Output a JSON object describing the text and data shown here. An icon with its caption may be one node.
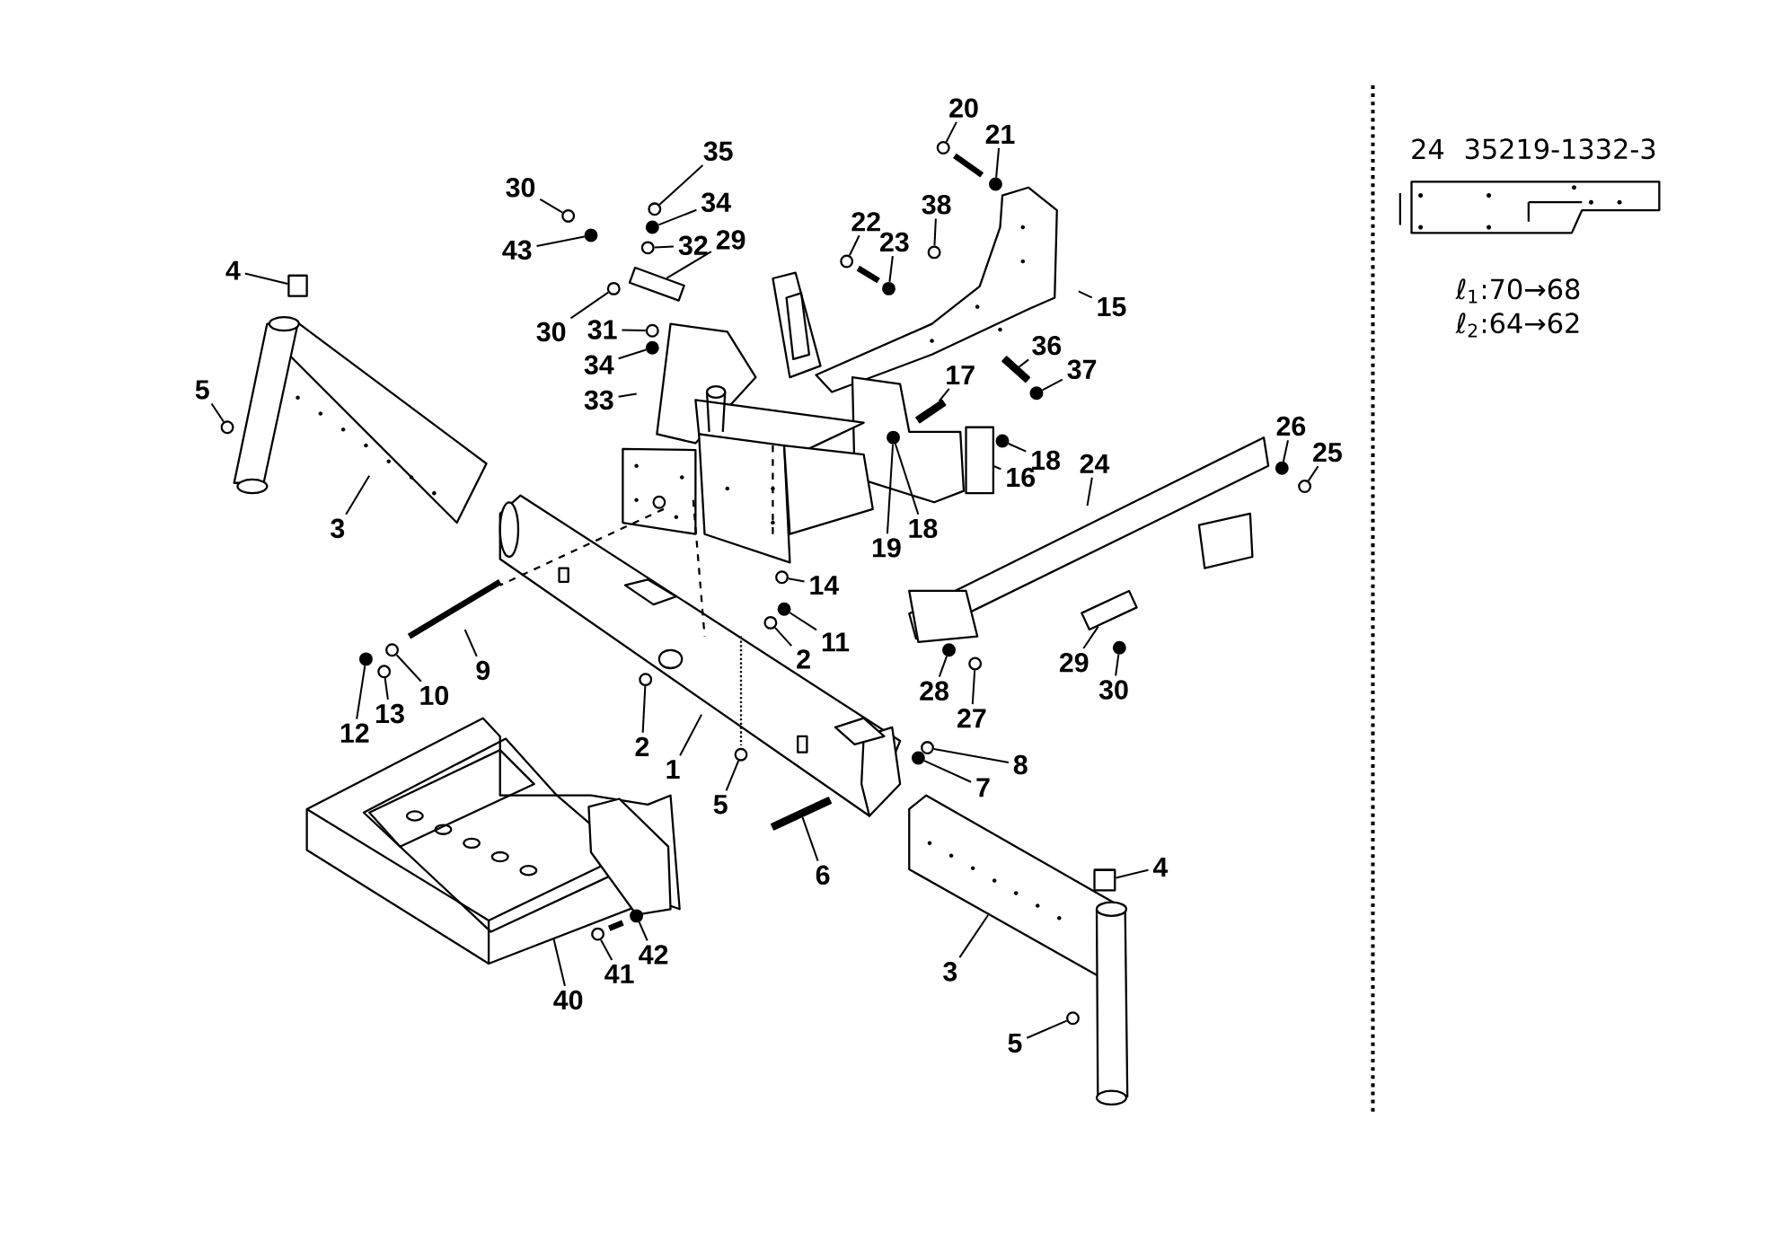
{
  "diagram": {
    "nodes": [
      {
        "text": [
          "20"
        ]
      },
      {
        "text": [
          "21"
        ]
      },
      {
        "text": [
          "35"
        ]
      },
      {
        "text": [
          "30"
        ]
      },
      {
        "text": [
          "34"
        ]
      },
      {
        "text": [
          "38"
        ]
      },
      {
        "text": [
          "22"
        ]
      },
      {
        "text": [
          "29"
        ]
      },
      {
        "text": [
          "23"
        ]
      },
      {
        "text": [
          "32"
        ]
      },
      {
        "text": [
          "43"
        ]
      },
      {
        "text": [
          "4"
        ]
      },
      {
        "text": [
          "15"
        ]
      },
      {
        "text": [
          "31"
        ]
      },
      {
        "text": [
          "30"
        ]
      },
      {
        "text": [
          "36"
        ]
      },
      {
        "text": [
          "34"
        ]
      },
      {
        "text": [
          "37"
        ]
      },
      {
        "text": [
          "17"
        ]
      },
      {
        "text": [
          "5"
        ]
      },
      {
        "text": [
          "33"
        ]
      },
      {
        "text": [
          "26"
        ]
      },
      {
        "text": [
          "25"
        ]
      },
      {
        "text": [
          "18"
        ]
      },
      {
        "text": [
          "24"
        ]
      },
      {
        "text": [
          "16"
        ]
      },
      {
        "text": [
          "18"
        ]
      },
      {
        "text": [
          "3"
        ]
      },
      {
        "text": [
          "19"
        ]
      },
      {
        "text": [
          "14"
        ]
      },
      {
        "text": [
          "11"
        ]
      },
      {
        "text": [
          "2"
        ]
      },
      {
        "text": [
          "29"
        ]
      },
      {
        "text": [
          "9"
        ]
      },
      {
        "text": [
          "30"
        ]
      },
      {
        "text": [
          "28"
        ]
      },
      {
        "text": [
          "10"
        ]
      },
      {
        "text": [
          "13"
        ]
      },
      {
        "text": [
          "27"
        ]
      },
      {
        "text": [
          "12"
        ]
      },
      {
        "text": [
          "2"
        ]
      },
      {
        "text": [
          "8"
        ]
      },
      {
        "text": [
          "1"
        ]
      },
      {
        "text": [
          "7"
        ]
      },
      {
        "text": [
          "5"
        ]
      },
      {
        "text": [
          "4"
        ]
      },
      {
        "text": [
          "6"
        ]
      },
      {
        "text": [
          "42"
        ]
      },
      {
        "text": [
          "3"
        ]
      },
      {
        "text": [
          "41"
        ]
      },
      {
        "text": [
          "40"
        ]
      },
      {
        "text": [
          "5"
        ]
      },
      {
        "text": [],
        "shape": "circle"
      },
      {
        "text": [],
        "shape": "circle"
      },
      {
        "text": [],
        "shape": "circle"
      },
      {
        "text": [],
        "shape": "circle"
      },
      {
        "text": [],
        "shape": "circle"
      },
      {
        "text": [],
        "shape": "circle"
      },
      {
        "text": [],
        "shape": "circle"
      },
      {
        "text": [],
        "shape": "box"
      },
      {
        "text": [],
        "shape": "circle"
      },
      {
        "text": [],
        "shape": "circle"
      },
      {
        "text": [],
        "shape": "circle"
      },
      {
        "text": [],
        "shape": "cylinder"
      },
      {
        "text": [],
        "shape": "circle"
      },
      {
        "text": [],
        "shape": "circle"
      },
      {
        "text": [],
        "shape": "circle"
      },
      {
        "text": [],
        "shape": "circle"
      },
      {
        "text": [],
        "shape": "circle"
      },
      {
        "text": [],
        "shape": "circle"
      },
      {
        "text": [],
        "shape": "circle"
      },
      {
        "text": [],
        "shape": "circle"
      },
      {
        "text": [],
        "shape": "box"
      },
      {
        "text": [],
        "shape": "circle"
      },
      {
        "text": [],
        "shape": "circle"
      },
      {
        "text": [],
        "shape": "circle"
      },
      {
        "text": [],
        "shape": "circle"
      },
      {
        "text": [],
        "shape": "circle"
      },
      {
        "text": [],
        "shape": "circle"
      },
      {
        "text": [],
        "shape": "circle"
      },
      {
        "text": [],
        "shape": "circle"
      },
      {
        "text": [],
        "shape": "circle"
      },
      {
        "text": [],
        "shape": "circle"
      },
      {
        "text": [],
        "shape": "circle"
      },
      {
        "text": [],
        "shape": "circle"
      },
      {
        "text": [],
        "shape": "circle"
      },
      {
        "text": [],
        "shape": "circle"
      },
      {
        "text": [],
        "shape": "cylinder"
      },
      {
        "text": [],
        "shape": "circle"
      },
      {
        "text": [],
        "shape": "circle"
      },
      {
        "text": [],
        "shape": "circle"
      },
      {
        "text": [],
        "shape": "bar"
      },
      {
        "text": [],
        "shape": "bar"
      },
      {
        "text": [],
        "shape": "bar"
      },
      {
        "text": [],
        "shape": "box"
      }
    ],
    "edges": [
      {
        "from": 0,
        "to": 52,
        "arrow": "none"
      },
      {
        "from": 1,
        "to": 53,
        "arrow": "none"
      },
      {
        "from": 2,
        "to": 54,
        "arrow": "none"
      },
      {
        "from": 3,
        "to": 55,
        "arrow": "none"
      },
      {
        "from": 4,
        "to": 56,
        "arrow": "none"
      },
      {
        "from": 5,
        "to": 57,
        "arrow": "none"
      },
      {
        "from": 6,
        "to": 58,
        "arrow": "none"
      },
      {
        "from": 7,
        "to": 59,
        "arrow": "none"
      },
      {
        "from": 8,
        "to": 60,
        "arrow": "none"
      },
      {
        "from": 9,
        "to": 61,
        "arrow": "none"
      },
      {
        "from": 10,
        "to": 62,
        "arrow": "none"
      },
      {
        "from": 11,
        "to": 63,
        "arrow": "none"
      },
      {
        "from": 12,
        "to": null,
        "arrow": "none"
      },
      {
        "from": 13,
        "to": 64,
        "arrow": "none"
      },
      {
        "from": 14,
        "to": 65,
        "arrow": "none"
      },
      {
        "from": 15,
        "to": 91,
        "arrow": "none"
      },
      {
        "from": 16,
        "to": 66,
        "arrow": "none"
      },
      {
        "from": 17,
        "to": 67,
        "arrow": "none"
      },
      {
        "from": 18,
        "to": 92,
        "arrow": "none"
      },
      {
        "from": 19,
        "to": 68,
        "arrow": "none"
      },
      {
        "from": 20,
        "to": null,
        "arrow": "none"
      },
      {
        "from": 21,
        "to": 69,
        "arrow": "none"
      },
      {
        "from": 22,
        "to": 70,
        "arrow": "none"
      },
      {
        "from": 23,
        "to": 71,
        "arrow": "none"
      },
      {
        "from": 24,
        "to": null,
        "arrow": "none"
      },
      {
        "from": 25,
        "to": 72,
        "arrow": "none"
      },
      {
        "from": 26,
        "to": 73,
        "arrow": "none"
      },
      {
        "from": 27,
        "to": null,
        "arrow": "none"
      },
      {
        "from": 28,
        "to": 73,
        "arrow": "none"
      },
      {
        "from": 29,
        "to": 74,
        "arrow": "none"
      },
      {
        "from": 30,
        "to": 75,
        "arrow": "none"
      },
      {
        "from": 31,
        "to": 76,
        "arrow": "none"
      },
      {
        "from": 32,
        "to": 94,
        "arrow": "none"
      },
      {
        "from": 33,
        "to": null,
        "arrow": "none"
      },
      {
        "from": 34,
        "to": 77,
        "arrow": "none"
      },
      {
        "from": 35,
        "to": 78,
        "arrow": "none"
      },
      {
        "from": 36,
        "to": 79,
        "arrow": "none"
      },
      {
        "from": 37,
        "to": 80,
        "arrow": "none"
      },
      {
        "from": 38,
        "to": 81,
        "arrow": "none"
      },
      {
        "from": 39,
        "to": 82,
        "arrow": "none"
      },
      {
        "from": 40,
        "to": 83,
        "arrow": "none"
      },
      {
        "from": 41,
        "to": 84,
        "arrow": "none"
      },
      {
        "from": 42,
        "to": null,
        "arrow": "none"
      },
      {
        "from": 43,
        "to": 85,
        "arrow": "none"
      },
      {
        "from": 44,
        "to": 86,
        "arrow": "none"
      },
      {
        "from": 45,
        "to": 87,
        "arrow": "none"
      },
      {
        "from": 46,
        "to": 93,
        "arrow": "none"
      },
      {
        "from": 47,
        "to": 88,
        "arrow": "none"
      },
      {
        "from": 48,
        "to": null,
        "arrow": "none"
      },
      {
        "from": 49,
        "to": 89,
        "arrow": "none"
      },
      {
        "from": 50,
        "to": null,
        "arrow": "none"
      },
      {
        "from": 51,
        "to": 90,
        "arrow": "none"
      }
    ],
    "labels": [
      "24",
      "35219-1332-3",
      "ℓ$_{1}$:70→68",
      "ℓ$_{2}$:64→62"
    ]
  }
}
